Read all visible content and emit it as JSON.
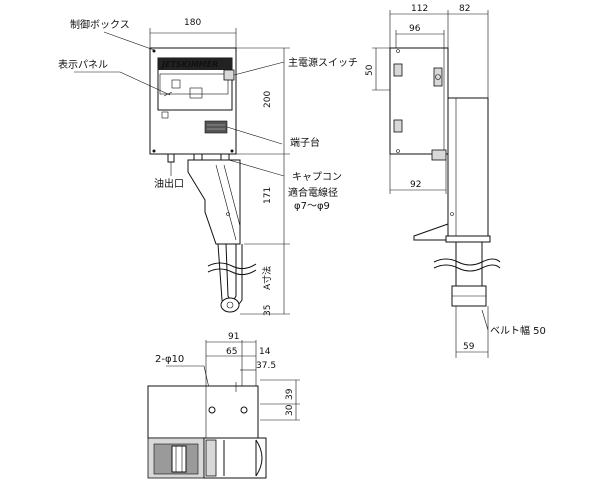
{
  "labels": {
    "control_box": "制御ボックス",
    "display_panel": "表示パネル",
    "main_power_switch": "主電源スイッチ",
    "terminal_block": "端子台",
    "oil_outlet": "油出口",
    "cap_con": "キャプコン",
    "applicable_wire_dia": "適合電線径",
    "wire_dia_range": "φ7〜φ9",
    "a_dimension": "A寸法",
    "belt_width": "ベルト幅 50",
    "hole_spec": "2-φ10",
    "brand": "JETSKIMMER"
  },
  "dimensions": {
    "front_width": "180",
    "box_height": "200",
    "lower_height": "171",
    "bottom_offset": "35",
    "side_depth": "112",
    "side_extension": "82",
    "side_inner": "96",
    "side_top": "50",
    "side_bottom": "92",
    "belt_unit": "59",
    "plan_91": "91",
    "plan_65": "65",
    "plan_14": "14",
    "plan_37_5": "37.5",
    "plan_39": "39",
    "plan_30": "30"
  }
}
